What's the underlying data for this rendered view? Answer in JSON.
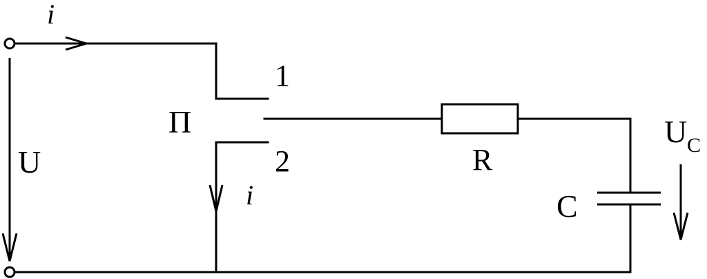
{
  "labels": {
    "current_top": "i",
    "voltage_source": "U",
    "switch": "П",
    "switch_contact_1": "1",
    "switch_contact_2": "2",
    "current_branch": "i",
    "resistor": "R",
    "capacitor": "C",
    "capacitor_voltage_main": "U",
    "capacitor_voltage_sub": "C"
  },
  "colors": {
    "line": "#000000",
    "background": "#ffffff"
  }
}
